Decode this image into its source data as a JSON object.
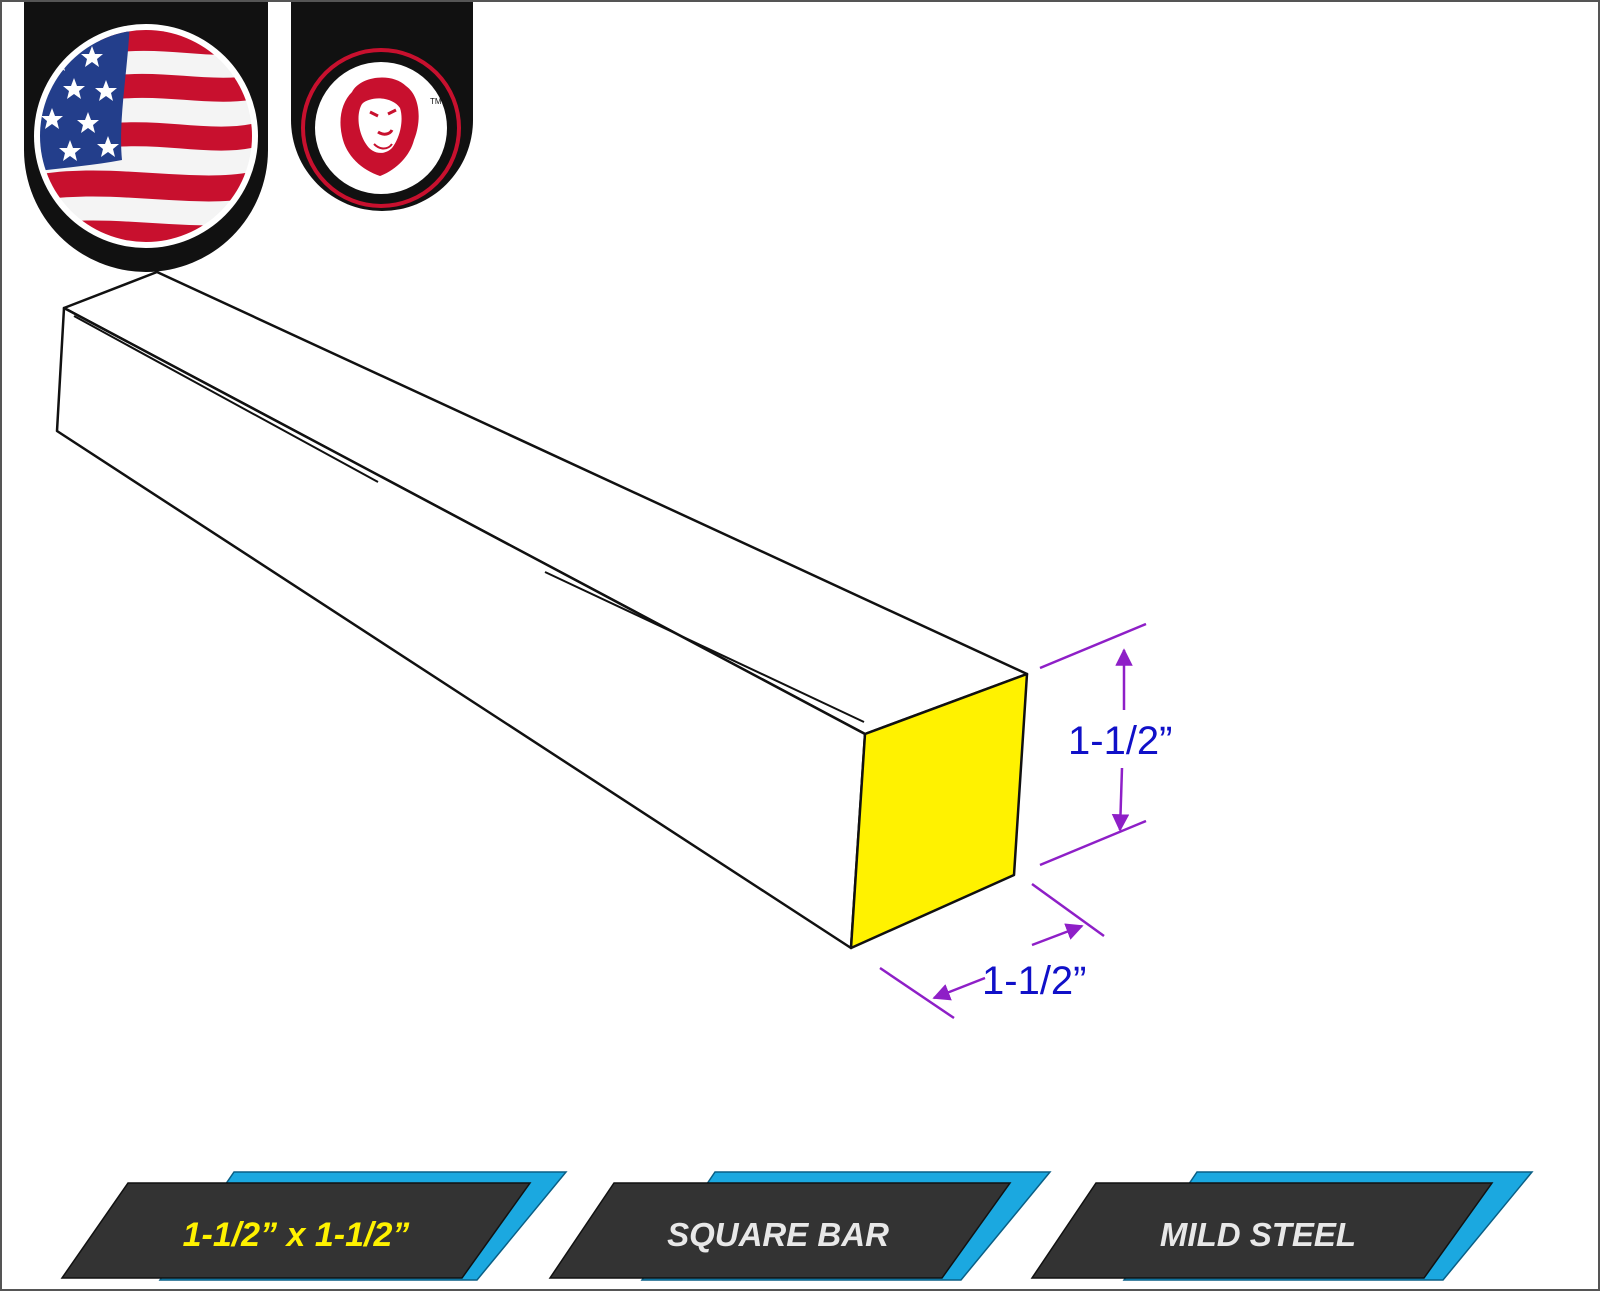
{
  "badges": {
    "flag": {
      "icon": "american-flag-icon"
    },
    "logo": {
      "icon": "lion-head-icon",
      "trademark": "TM"
    }
  },
  "product": {
    "shape": "square-bar-3d",
    "end_face_color": "#FFF200"
  },
  "dimensions": {
    "height_label": "1-1/2”",
    "width_label": "1-1/2”",
    "text_color": "#1010C8",
    "line_color": "#8E1FC7"
  },
  "tags": [
    {
      "text": "1-1/2” x 1-1/2”",
      "color": "#FFF200"
    },
    {
      "text": "SQUARE BAR",
      "color": "#E8E8E8"
    },
    {
      "text": "MILD STEEL",
      "color": "#E8E8E8"
    }
  ],
  "tag_style": {
    "fill": "#333333",
    "accent": "#1BA8E0"
  }
}
